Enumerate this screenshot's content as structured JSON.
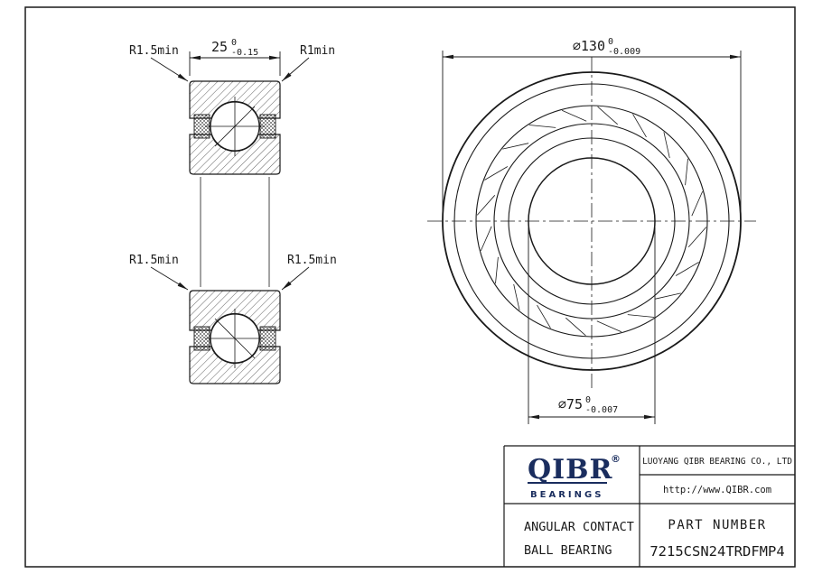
{
  "drawing": {
    "section_view": {
      "width_dim": {
        "value": "25",
        "tol_upper": "0",
        "tol_lower": "-0.15"
      },
      "fillets": {
        "top_left": "R1.5min",
        "top_right": "R1min",
        "bottom_left": "R1.5min",
        "bottom_right": "R1.5min"
      }
    },
    "front_view": {
      "outer_diameter": {
        "value": "⌀130",
        "tol_upper": "0",
        "tol_lower": "-0.009"
      },
      "bore_diameter": {
        "value": "⌀75",
        "tol_upper": "0",
        "tol_lower": "-0.007"
      }
    }
  },
  "title_block": {
    "brand": "QIBR",
    "registered_mark": "®",
    "brand_tagline": "BEARINGS",
    "company": "LUOYANG QIBR BEARING CO., LTD",
    "website": "http://www.QIBR.com",
    "product": {
      "line1": "ANGULAR CONTACT",
      "line2": "BALL BEARING"
    },
    "part_number_label": "PART NUMBER",
    "part_number": "7215CSN24TRDFMP4"
  },
  "colors": {
    "line": "#1a1a1a",
    "brand": "#1a2d5e"
  }
}
